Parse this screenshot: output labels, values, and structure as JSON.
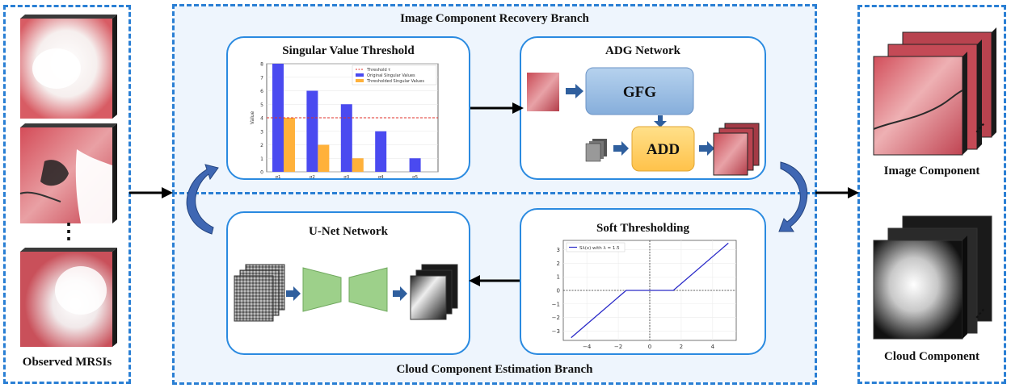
{
  "left_panel": {
    "caption": "Observed MRSIs",
    "ellipsis": "⋮"
  },
  "recovery_branch": {
    "title": "Image Component Recovery Branch",
    "svt": {
      "title": "Singular Value Threshold",
      "chart_data": {
        "type": "bar",
        "categories": [
          "σ1",
          "σ2",
          "σ3",
          "σ4",
          "σ5"
        ],
        "series": [
          {
            "name": "Original Singular Values",
            "values": [
              8,
              6,
              5,
              3,
              1
            ],
            "color": "#4a4af0"
          },
          {
            "name": "Thresholded Singular Values",
            "values": [
              4,
              2,
              1,
              0,
              0
            ],
            "color": "#ffb13a"
          }
        ],
        "threshold": {
          "name": "Threshold τ",
          "value": 4,
          "color": "#e0302a"
        },
        "ylabel": "Value",
        "ylim": [
          0,
          8
        ],
        "yticks": [
          "0",
          "1",
          "2",
          "3",
          "4",
          "5",
          "6",
          "7",
          "8"
        ],
        "legend": "top-right"
      }
    },
    "adg": {
      "title": "ADG Network",
      "gfg_label": "GFG",
      "add_label": "ADD"
    }
  },
  "estimation_branch": {
    "title": "Cloud Component Estimation Branch",
    "unet": {
      "title": "U-Net Network"
    },
    "soft": {
      "title": "Soft Thresholding",
      "chart_data": {
        "type": "line",
        "series": [
          {
            "name": "Sλ(x) with λ = 1.5",
            "x": [
              -5,
              -1.5,
              1.5,
              5
            ],
            "y": [
              -3.5,
              0,
              0,
              3.5
            ],
            "color": "#2a2ac8"
          }
        ],
        "xlim": [
          -5.5,
          5.5
        ],
        "ylim": [
          -3.7,
          3.7
        ],
        "xticks": [
          "−4",
          "−2",
          "0",
          "2",
          "4"
        ],
        "yticks": [
          "3",
          "2",
          "1",
          "0",
          "−1",
          "−2",
          "−3"
        ],
        "legend": "top-left"
      }
    }
  },
  "right_panel": {
    "image_component": "Image Component",
    "cloud_component": "Cloud Component",
    "ellipsis": "⋮"
  },
  "colors": {
    "dash": "#2a7fd4",
    "card_border": "#2a8ae0",
    "gfg_fill": "#9cc0e6",
    "add_fill": "#ffd36b",
    "unet_fill": "#9dd08a",
    "arrow_blue": "#2f5f9e"
  }
}
